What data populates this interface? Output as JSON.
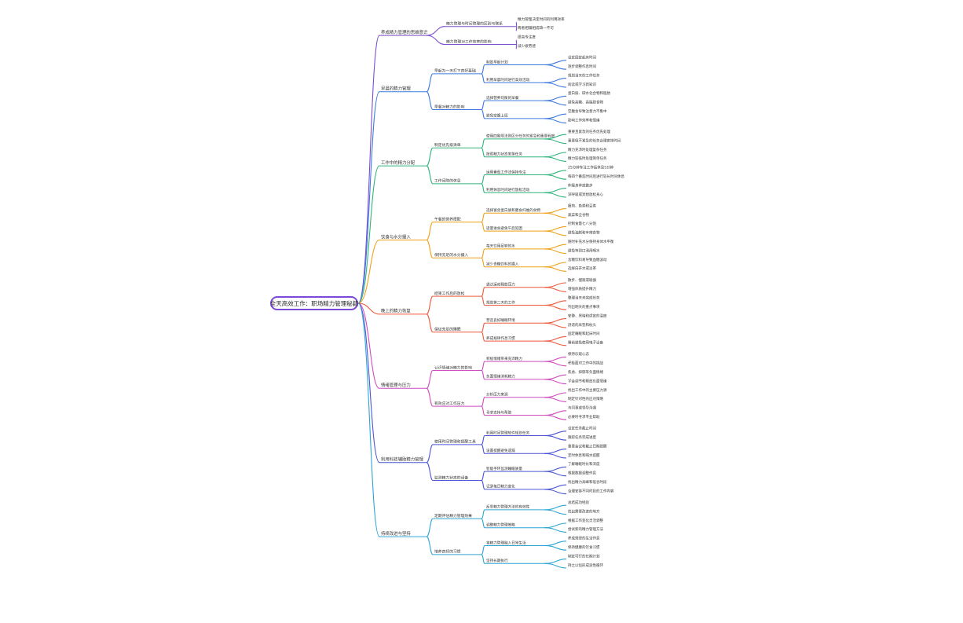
{
  "root": "全天高效工作：职场精力管理秘籍",
  "branches": [
    {
      "label": "养成精力管理的思维意识",
      "color": "#7b4ccf",
      "children": [
        {
          "label": "精力管理与时间管理的区别与联系",
          "children": [
            "精力管理决定时间的利用效率",
            "两者相辅相成缺一不可"
          ]
        },
        {
          "label": "精力管理对工作效率的影响",
          "children": [
            "提高专注度",
            "减少疲劳感"
          ]
        }
      ]
    },
    {
      "label": "早晨的精力管理",
      "color": "#3d7ae0",
      "children": [
        {
          "label": "早起为一天打下良好基础",
          "children": [
            {
              "label": "制定早起计划",
              "children": [
                "设定固定起床时间",
                "逐步调整作息时间"
              ]
            },
            {
              "label": "利用早晨时间进行高效活动",
              "children": [
                "规划当天的工作任务",
                "阅读或学习新知识"
              ]
            }
          ]
        },
        {
          "label": "早餐对精力的影响",
          "children": [
            {
              "label": "选择营养均衡的早餐",
              "children": [
                "蛋白质、碳水化合物和脂肪",
                "避免高糖、高脂肪食物"
              ]
            },
            {
              "label": "避免空腹上班",
              "children": [
                "空腹会导致注意力不集中",
                "影响工作效率和情绪"
              ]
            }
          ]
        }
      ]
    },
    {
      "label": "工作中的精力分配",
      "color": "#2fb57c",
      "children": [
        {
          "label": "制定优先级清单",
          "children": [
            {
              "label": "使用四象限法则区分任务的紧急和重要程度",
              "children": [
                "重要且紧急的任务优先处理",
                "重要但不紧急的任务合理安排时间"
              ]
            },
            {
              "label": "按照精力状态安排任务",
              "children": [
                "精力充沛时处理复杂任务",
                "精力较低时处理简单任务"
              ]
            }
          ]
        },
        {
          "label": "工作间隙的休息",
          "children": [
            {
              "label": "运用番茄工作法保持专注",
              "children": [
                "25分钟专注工作后休息5分钟",
                "每四个番茄时间后进行较长时间休息"
              ]
            },
            {
              "label": "利用休息时间进行放松活动",
              "children": [
                "伸展身体或散步",
                "深呼吸或冥想放松身心"
              ]
            }
          ]
        }
      ]
    },
    {
      "label": "饮食与水分摄入",
      "color": "#f0a019",
      "children": [
        {
          "label": "午餐的营养搭配",
          "children": [
            {
              "label": "选择富含蛋白质和膳食纤维的食物",
              "children": [
                "瘦肉、鱼类和豆类",
                "蔬菜和全谷物"
              ]
            },
            {
              "label": "适量进食避免午后犯困",
              "children": [
                "控制食量七八分饱",
                "避免油腻和辛辣食物"
              ]
            }
          ]
        },
        {
          "label": "保持充足的水分摄入",
          "children": [
            {
              "label": "每天饮用足够的水",
              "children": [
                "随时补充水分保持身体水平衡",
                "避免等到口渴再喝水"
              ]
            },
            {
              "label": "减少含糖饮料的摄入",
              "children": [
                "含糖饮料易导致血糖波动",
                "选择白开水或淡茶"
              ]
            }
          ]
        }
      ]
    },
    {
      "label": "晚上的精力恢复",
      "color": "#ef5a3d",
      "children": [
        {
          "label": "结束工作后的放松",
          "children": [
            {
              "label": "通过运动释放压力",
              "children": [
                "散步、慢跑或瑜伽",
                "增强体质提升精力"
              ]
            },
            {
              "label": "规划第二天的工作",
              "children": [
                "整理当天未完成任务",
                "列出明天的重点事项"
              ]
            }
          ]
        },
        {
          "label": "保证充足的睡眠",
          "children": [
            {
              "label": "营造良好睡眠环境",
              "children": [
                "安静、黑暗和适宜的温度",
                "舒适的床垫和枕头"
              ]
            },
            {
              "label": "养成规律作息习惯",
              "children": [
                "固定睡眠和起床时间",
                "睡前避免使用电子设备"
              ]
            }
          ]
        }
      ]
    },
    {
      "label": "情绪管理与压力",
      "color": "#d04bc0",
      "children": [
        {
          "label": "认识情绪对精力的影响",
          "children": [
            {
              "label": "积极情绪带来充沛精力",
              "children": [
                "保持乐观心态",
                "积极面对工作中的挑战"
              ]
            },
            {
              "label": "负面情绪消耗精力",
              "children": [
                "焦虑、抑郁等负面情绪",
                "学会调节和释放负面情绪"
              ]
            }
          ]
        },
        {
          "label": "有效应对工作压力",
          "children": [
            {
              "label": "分析压力来源",
              "children": [
                "找出工作中的主要压力源",
                "制定针对性的应对策略"
              ]
            },
            {
              "label": "寻求支持与帮助",
              "children": [
                "与同事或领导沟通",
                "必要时寻求专业帮助"
              ]
            }
          ]
        }
      ]
    },
    {
      "label": "利用科技辅助精力管理",
      "color": "#4a56d6",
      "children": [
        {
          "label": "使用时间管理和提醒工具",
          "children": [
            {
              "label": "利用时间管理软件规划任务",
              "children": [
                "设定任务截止时间",
                "跟踪任务完成进度"
              ]
            },
            {
              "label": "设置提醒避免遗漏",
              "children": [
                "重要会议和截止日期提醒",
                "定时休息和喝水提醒"
              ]
            }
          ]
        },
        {
          "label": "监测精力状态的设备",
          "children": [
            {
              "label": "智能手环监测睡眠质量",
              "children": [
                "了解睡眠时长和深度",
                "根据数据调整作息"
              ]
            },
            {
              "label": "记录每日精力变化",
              "children": [
                "找出精力高峰和低谷时段",
                "合理安排不同时段的工作内容"
              ]
            }
          ]
        }
      ]
    },
    {
      "label": "持续改进与坚持",
      "color": "#2da6d6",
      "children": [
        {
          "label": "定期评估精力管理效果",
          "children": [
            {
              "label": "反思精力管理方法的有效性",
              "children": [
                "总结成功经验",
                "找出需要改进的地方"
              ]
            },
            {
              "label": "调整精力管理策略",
              "children": [
                "根据工作变化灵活调整",
                "尝试新的精力管理方法"
              ]
            }
          ]
        },
        {
          "label": "培养良好的习惯",
          "children": [
            {
              "label": "将精力管理融入日常生活",
              "children": [
                "养成规律的生活作息",
                "保持健康的饮食习惯"
              ]
            },
            {
              "label": "坚持长期执行",
              "children": [
                "制定可行的长期计划",
                "持之以恒形成良性循环"
              ]
            }
          ]
        }
      ]
    }
  ]
}
